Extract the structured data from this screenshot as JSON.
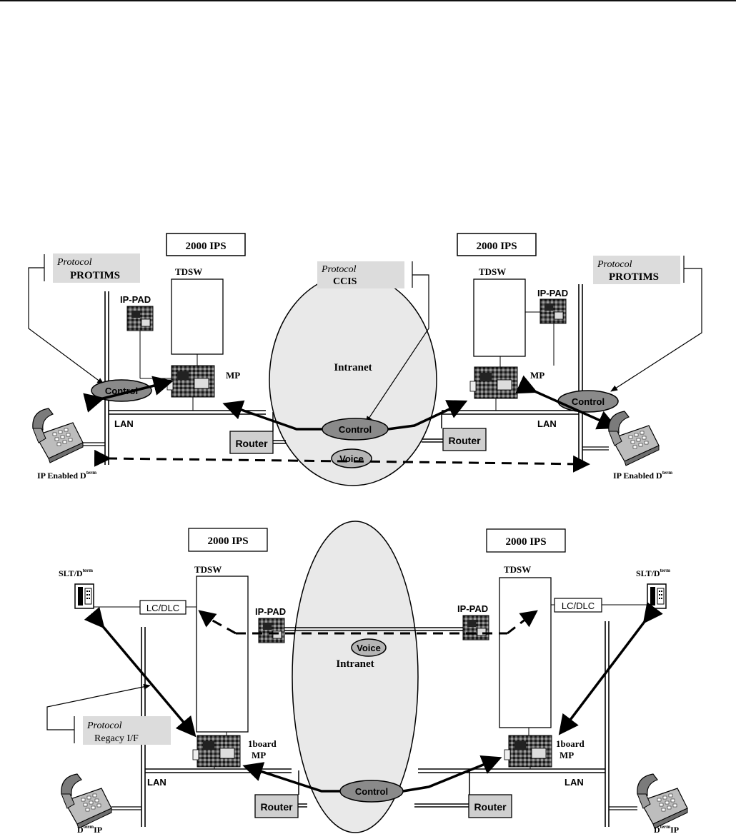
{
  "panel_top": {
    "left_system_label": "2000 IPS",
    "right_system_label": "2000 IPS",
    "left_protocol": {
      "caption": "Protocol",
      "name": "PROTIMS"
    },
    "center_protocol": {
      "caption": "Protocol",
      "name": "CCIS"
    },
    "right_protocol": {
      "caption": "Protocol",
      "name": "PROTIMS"
    },
    "left_tdsw": "TDSW",
    "right_tdsw": "TDSW",
    "left_ippad": "IP-PAD",
    "right_ippad": "IP-PAD",
    "left_mp": "MP",
    "right_mp": "MP",
    "network": "Intranet",
    "left_control": "Control",
    "center_control": "Control",
    "right_control": "Control",
    "voice": "Voice",
    "left_router": "Router",
    "right_router": "Router",
    "left_lan": "LAN",
    "right_lan": "LAN",
    "left_terminal": {
      "main": "IP Enabled D",
      "sup": "term"
    },
    "right_terminal": {
      "main": "IP Enabled D",
      "sup": "term"
    }
  },
  "panel_bottom": {
    "left_system_label": "2000 IPS",
    "right_system_label": "2000 IPS",
    "left_tdsw": "TDSW",
    "right_tdsw": "TDSW",
    "left_slt": {
      "main": "SLT/D",
      "sup": "term"
    },
    "right_slt": {
      "main": "SLT/D",
      "sup": "term"
    },
    "left_lcdlc": "LC/DLC",
    "right_lcdlc": "LC/DLC",
    "left_ippad": "IP-PAD",
    "right_ippad": "IP-PAD",
    "voice": "Voice",
    "network": "Intranet",
    "protocol": {
      "caption": "Protocol",
      "name": "Regacy I/F"
    },
    "left_mp": {
      "line1": "1board",
      "line2": "MP"
    },
    "right_mp": {
      "line1": "1board",
      "line2": "MP"
    },
    "control": "Control",
    "left_router": "Router",
    "right_router": "Router",
    "left_lan": "LAN",
    "right_lan": "LAN",
    "left_terminal": {
      "main": "D",
      "sup": "term",
      "tail": "IP"
    },
    "right_terminal": {
      "main": "D",
      "sup": "term",
      "tail": "IP"
    }
  }
}
